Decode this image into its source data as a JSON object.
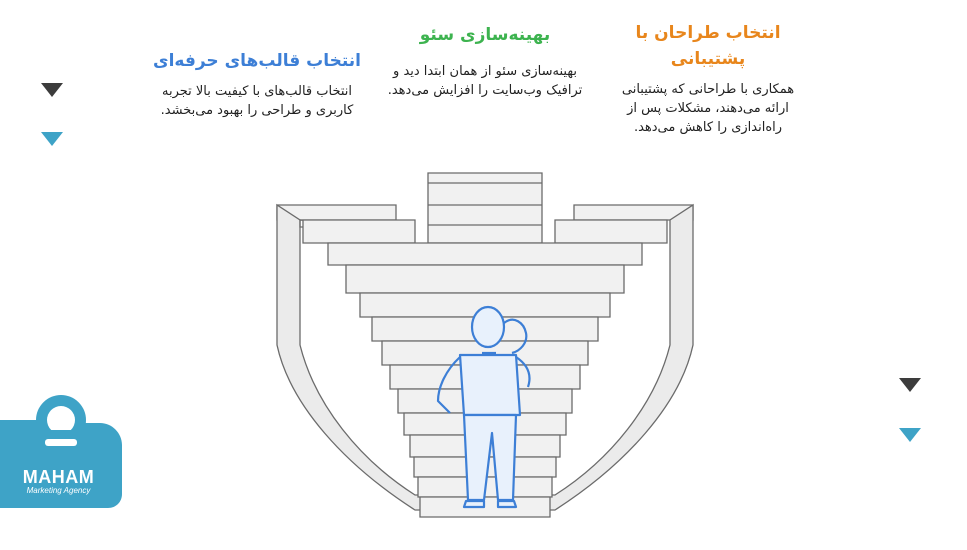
{
  "columns": {
    "left": {
      "title": "انتخاب قالب‌های حرفه‌ای",
      "body": "انتخاب قالب‌های با کیفیت بالا تجربه کاربری و طراحی را بهبود می‌بخشد.",
      "color": "#3d7fd6"
    },
    "middle": {
      "title": "بهینه‌سازی سئو",
      "body": "بهینه‌سازی سئو از همان ابتدا دید و ترافیک وب‌سایت را افزایش می‌دهد.",
      "color": "#3db34f"
    },
    "right": {
      "title": "انتخاب طراحان با پشتیبانی",
      "body": "همکاری با طراحانی که پشتیبانی ارائه می‌دهند، مشکلات پس از راه‌اندازی را کاهش می‌دهد.",
      "color": "#e8861c"
    }
  },
  "logo": {
    "name": "MAHAM",
    "tagline": "Marketing Agency",
    "color": "#3ea3c7"
  },
  "colors": {
    "arrow_dark": "#3c3c3c",
    "arrow_blue": "#3ea3c7",
    "figure": "#3d7fd6",
    "figure_fill": "#e8f1fc",
    "stairs_line": "#6b6b6b",
    "stairs_fill": "#f1f1f1"
  }
}
